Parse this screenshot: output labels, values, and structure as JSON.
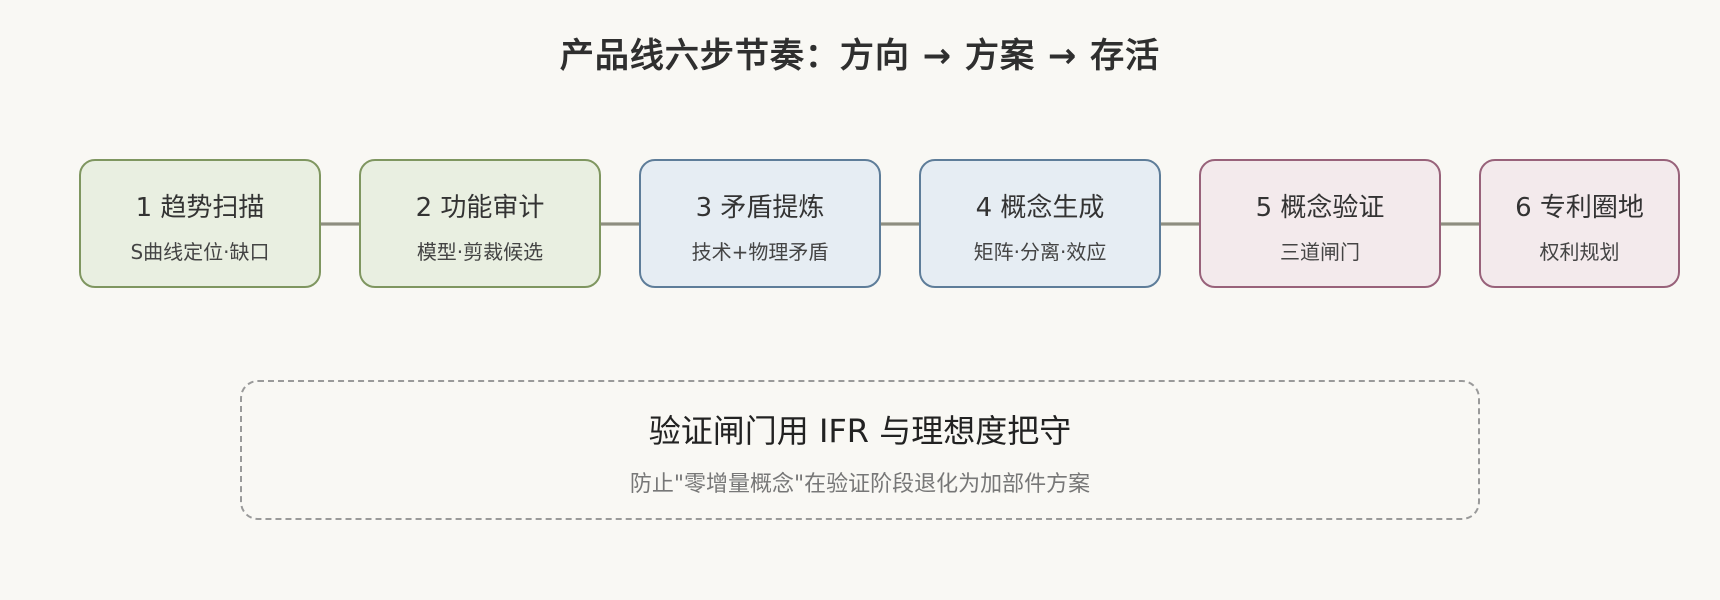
{
  "title": "产品线六步节奏：方向 → 方案 → 存活",
  "steps": [
    {
      "title": "1 趋势扫描",
      "subtitle": "S曲线定位·缺口",
      "color": "#7f9660"
    },
    {
      "title": "2 功能审计",
      "subtitle": "模型·剪裁候选",
      "color": "#7f9660"
    },
    {
      "title": "3 矛盾提炼",
      "subtitle": "技术+物理矛盾",
      "color": "#5e7d99"
    },
    {
      "title": "4 概念生成",
      "subtitle": "矩阵·分离·效应",
      "color": "#5e7d99"
    },
    {
      "title": "5 概念验证",
      "subtitle": "三道闸门",
      "color": "#98627a"
    },
    {
      "title": "6 专利圈地",
      "subtitle": "权利规划",
      "color": "#98627a"
    }
  ],
  "note": {
    "title": "验证闸门用 IFR 与理想度把守",
    "subtitle": "防止\"零增量概念\"在验证阶段退化为加部件方案"
  }
}
